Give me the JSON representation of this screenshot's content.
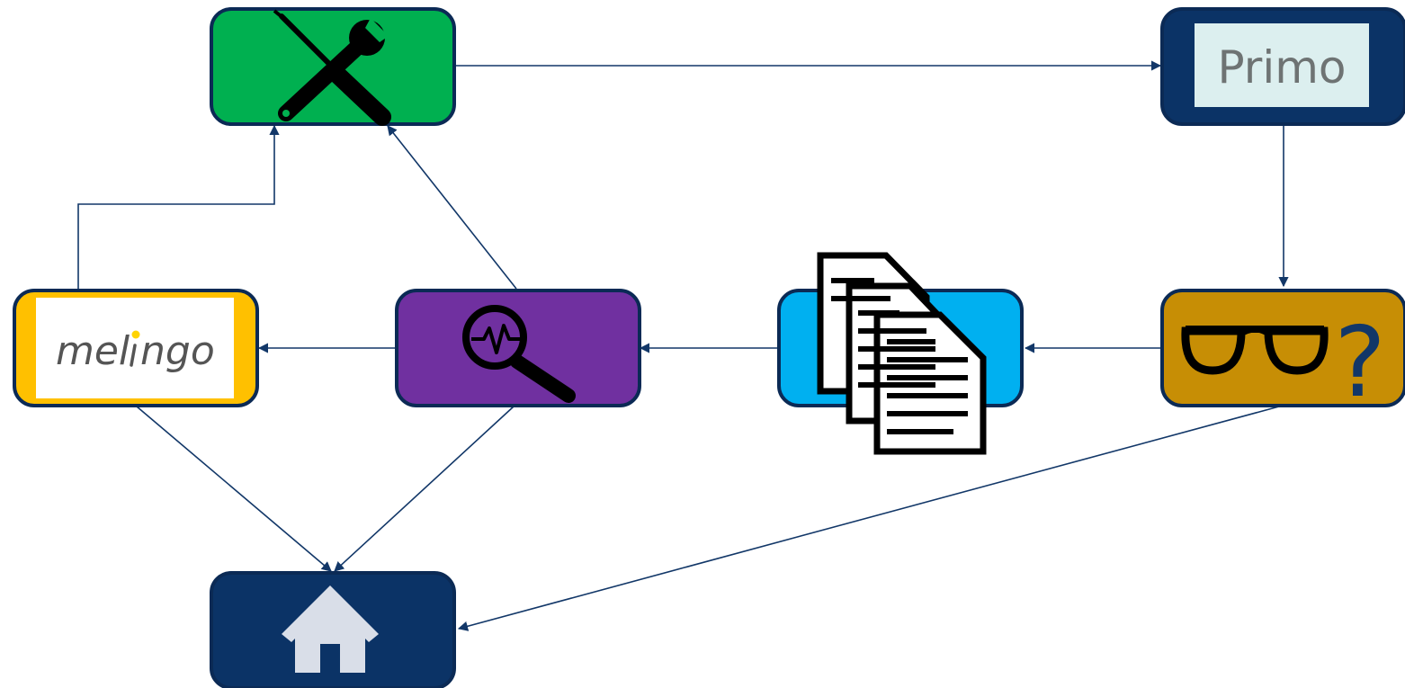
{
  "nodes": {
    "tools": {
      "icon": "wrench-screwdriver-icon",
      "color": "#00B050"
    },
    "primo": {
      "label": "Primo",
      "color": "#0B3366",
      "logo_bg": "#DCEFEF",
      "text_color": "#6E7373"
    },
    "reading": {
      "icon": "glasses-icon",
      "question_mark": "?",
      "color": "#C78E05",
      "question_color": "#123768"
    },
    "documents": {
      "icon": "documents-icon",
      "color": "#00B0F0"
    },
    "analysis": {
      "icon": "magnifier-pulse-icon",
      "color": "#7030A0"
    },
    "melingo": {
      "label_before_i": "mel",
      "label_after_i": "ngo",
      "border_color": "#FFC000",
      "dot_color": "#FFD400",
      "text_color": "#555555"
    },
    "home": {
      "icon": "home-icon",
      "color": "#0B3366",
      "icon_color": "#D9DEE8"
    }
  },
  "edges": [
    {
      "from": "tools",
      "to": "primo"
    },
    {
      "from": "primo",
      "to": "reading"
    },
    {
      "from": "reading",
      "to": "documents"
    },
    {
      "from": "documents",
      "to": "analysis"
    },
    {
      "from": "analysis",
      "to": "melingo"
    },
    {
      "from": "melingo",
      "to": "tools"
    },
    {
      "from": "analysis",
      "to": "tools"
    },
    {
      "from": "melingo",
      "to": "home"
    },
    {
      "from": "analysis",
      "to": "home"
    },
    {
      "from": "reading",
      "to": "home"
    }
  ],
  "edge_color": "#123768",
  "node_border_color": "#0B2A55"
}
